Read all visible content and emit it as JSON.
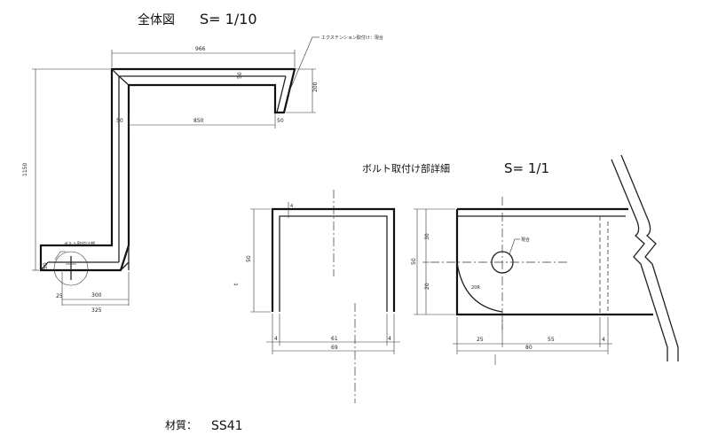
{
  "overall": {
    "title": "全体図",
    "scale": "S= 1/10",
    "dims": {
      "top_width": "966",
      "inner_span": "850",
      "height": "1150",
      "end_drop": "200",
      "thick_a": "50",
      "thick_b": "50",
      "thick_c": "50",
      "thick_d": "50",
      "bottom_25": "25",
      "bottom_300": "300",
      "bottom_325": "325"
    },
    "notes": {
      "extension_note": "エクステンション取付け：現合",
      "bolt_note": "ボルト取付け部"
    }
  },
  "detail": {
    "title": "ボルト取付け部詳細",
    "scale": "S= 1/1",
    "front": {
      "t_label": "t",
      "t_val": "4",
      "height": "50",
      "left_gap": "4",
      "inner": "61",
      "right_gap": "4",
      "overall": "69"
    },
    "side": {
      "h_total": "50",
      "h_top": "30",
      "h_bottom": "20",
      "radius": "20R",
      "hole_note": "現合",
      "w_25": "25",
      "w_55": "55",
      "w_4": "4",
      "w_total": "80"
    }
  },
  "material": {
    "label": "材質：",
    "value": "SS41"
  }
}
